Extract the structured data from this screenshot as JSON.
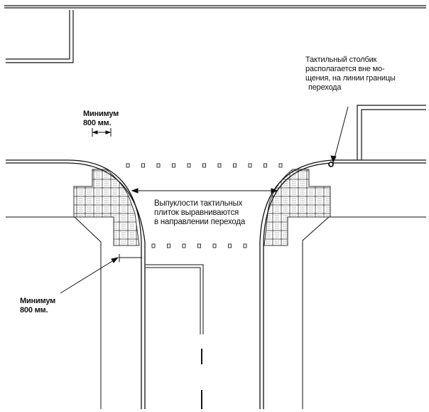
{
  "labels": {
    "min_top": [
      "Минимум",
      "800  мм."
    ],
    "min_bottom": [
      "Минимум",
      "800 мм."
    ],
    "tactile_alignment": [
      "Выпуклости тактильных",
      "плиток выравниваются",
      "в направлении перехода"
    ],
    "tactile_post": [
      "Тактильный столбик",
      "располагается вне мо-",
      "щения, на линии границы",
      "перехода"
    ]
  },
  "colors": {
    "line": "#111111",
    "tile": "#555555"
  }
}
